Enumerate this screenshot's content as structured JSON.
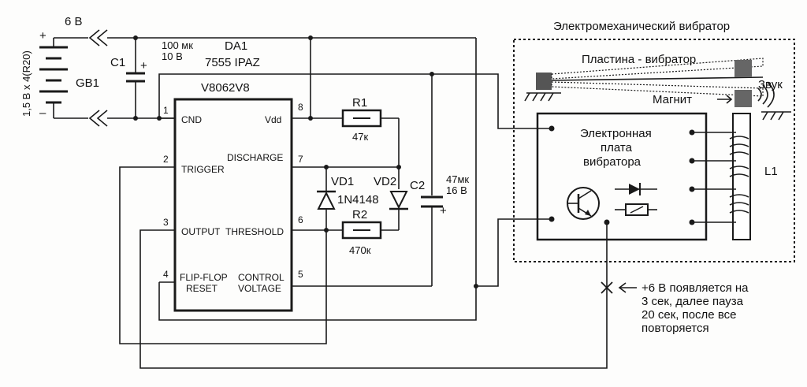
{
  "battery": {
    "voltage": "6 В",
    "label": "GB1",
    "spec": "1,5 В х 4(R20)",
    "plus": "+",
    "minus": "–"
  },
  "c1": {
    "label": "C1",
    "value": "100 мк",
    "voltage": "10 В",
    "plus": "+"
  },
  "chip": {
    "designator": "DA1",
    "model": "7555 IPAZ",
    "marking": "V8062V8",
    "pins": [
      {
        "num": "1",
        "name": "CND"
      },
      {
        "num": "2",
        "name": "TRIGGER"
      },
      {
        "num": "3",
        "name": "OUTPUT"
      },
      {
        "num": "4",
        "name_line1": "FLIP-FLOP",
        "name_line2": "RESET"
      },
      {
        "num": "8",
        "name": "Vdd"
      },
      {
        "num": "7",
        "name": "DISCHARGE"
      },
      {
        "num": "6",
        "name": "THRESHOLD"
      },
      {
        "num": "5",
        "name_line1": "CONTROL",
        "name_line2": "VOLTAGE"
      }
    ]
  },
  "r1": {
    "label": "R1",
    "value": "47к"
  },
  "r2": {
    "label": "R2",
    "value": "470к"
  },
  "vd1": {
    "label": "VD1",
    "part": "1N4148"
  },
  "vd2": {
    "label": "VD2"
  },
  "c2": {
    "label": "C2",
    "value": "47мк",
    "voltage": "16 В",
    "plus": "+"
  },
  "vibrator": {
    "title": "Электромеханический вибратор",
    "plate_label": "Пластина - вибратор",
    "magnet_label": "Магнит",
    "sound_label": "Звук",
    "board_line1": "Электронная",
    "board_line2": "плата",
    "board_line3": "вибратора",
    "coil_label": "L1"
  },
  "note": {
    "line1": "+6 В появляется на",
    "line2": "3 сек, далее пауза",
    "line3": "20 сек, после все",
    "line4": "повторяется"
  }
}
